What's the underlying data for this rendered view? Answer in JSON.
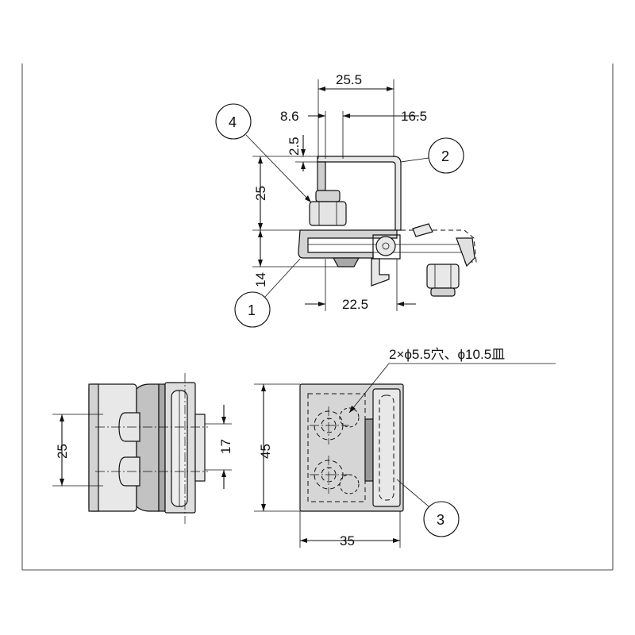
{
  "callouts": {
    "c1": "1",
    "c2": "2",
    "c3": "3",
    "c4": "4"
  },
  "dims_top": {
    "width_25_5": "25.5",
    "width_8_6": "8.6",
    "width_16_5": "16.5",
    "height_2_5": "2.5",
    "height_25": "25",
    "height_14": "14",
    "width_22_5": "22.5"
  },
  "dims_bottom": {
    "hole_spec": "2×ϕ5.5穴、ϕ10.5皿",
    "height_25": "25",
    "height_17": "17",
    "height_45": "45",
    "width_35": "35"
  },
  "colors": {
    "line": "#111111",
    "fill": "#d3d3d3",
    "fill_dark": "#a8a8a8"
  }
}
